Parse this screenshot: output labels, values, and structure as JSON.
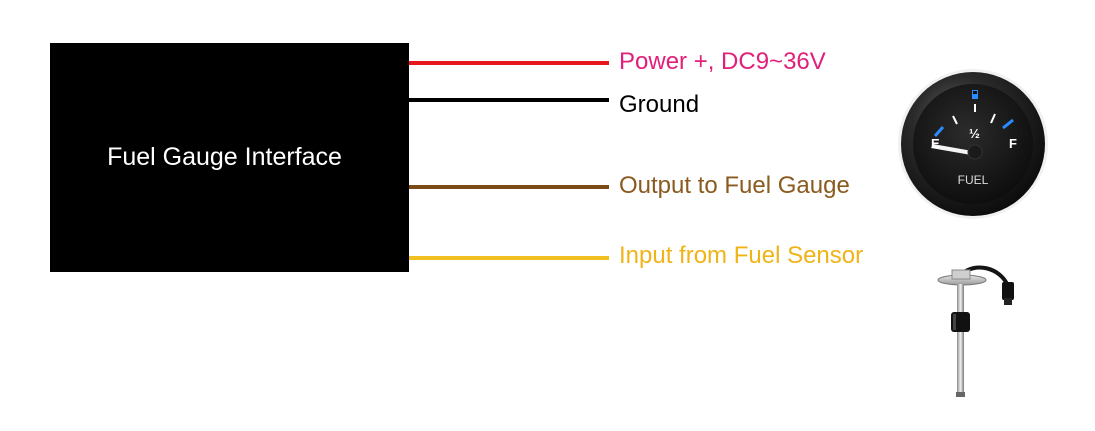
{
  "interface_box": {
    "label": "Fuel Gauge Interface"
  },
  "wires": [
    {
      "label": "Power +, DC9~36V",
      "color": "#e8141e",
      "label_color": "#e0207a"
    },
    {
      "label": "Ground",
      "color": "#000000",
      "label_color": "#000000"
    },
    {
      "label": "Output to Fuel Gauge",
      "color": "#7a4a17",
      "label_color": "#8a5a1f"
    },
    {
      "label": "Input from Fuel Sensor",
      "color": "#f0c020",
      "label_color": "#f0b418"
    }
  ],
  "gauge": {
    "empty_mark": "E",
    "half_mark": "½",
    "full_mark": "F",
    "name": "FUEL",
    "icon": "fuel-pump-icon"
  },
  "sensor": {
    "icon": "fuel-level-sensor-icon"
  }
}
